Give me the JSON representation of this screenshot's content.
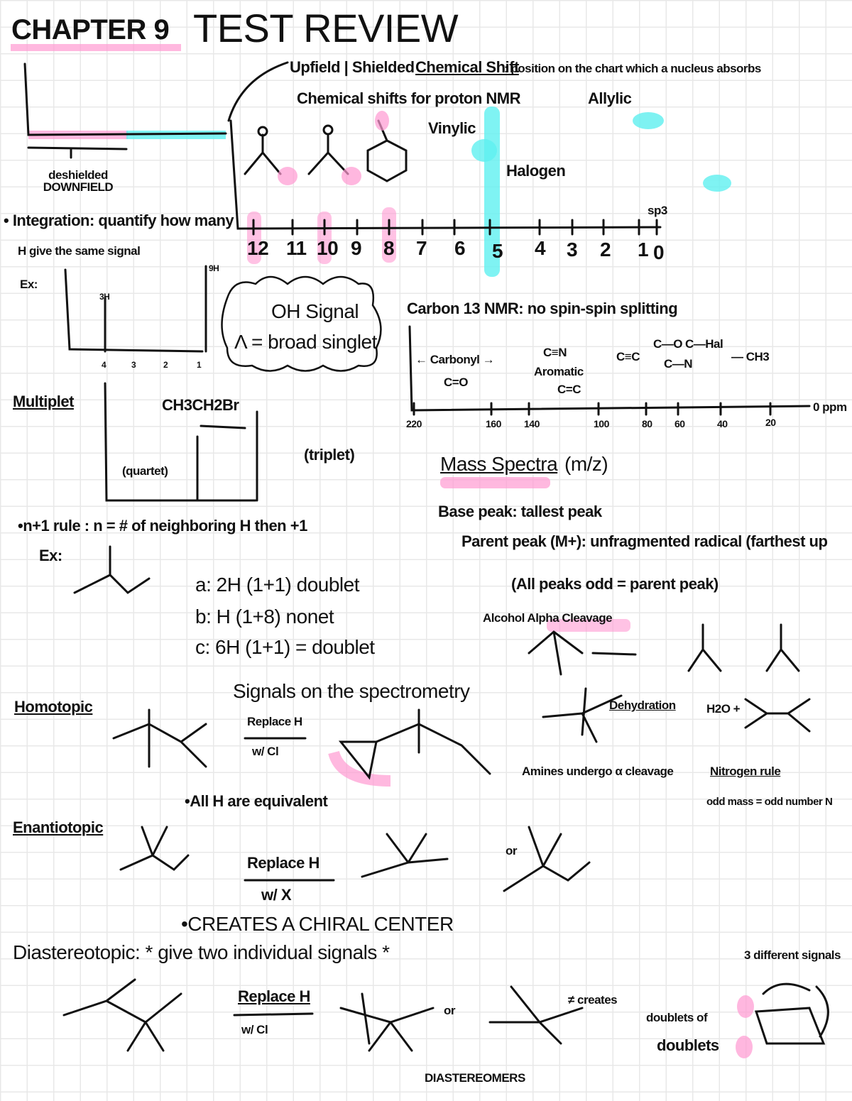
{
  "title": {
    "chapter": "CHAPTER 9",
    "main": "TEST REVIEW"
  },
  "proton_nmr": {
    "downfield": "deshielded DOWNFIELD",
    "upfield": "Upfield | Shielded",
    "chem_shift_term": "Chemical Shift",
    "chem_shift_def": ": position on the chart which a nucleus absorbs",
    "subtitle": "Chemical shifts for proton NMR",
    "allylic": "Allylic",
    "vinylic": "Vinylic",
    "halogen": "Halogen",
    "sp3": "sp3",
    "axis_ticks": [
      "12",
      "11",
      "10",
      "9",
      "8",
      "7",
      "6",
      "5",
      "4",
      "3",
      "2",
      "1",
      "0"
    ]
  },
  "integration": {
    "text1": "• Integration: quantify how many",
    "text2": "H give the same signal",
    "ex": "Ex:",
    "peak_a": "3H",
    "peak_b": "9H",
    "ticks": [
      "4",
      "3",
      "2",
      "1"
    ]
  },
  "oh_cloud": {
    "line1": "OH Signal",
    "line2": "Λ = broad singlet"
  },
  "c13": {
    "title": "Carbon 13 NMR: no spin-spin splitting",
    "carbonyl": "← Carbonyl →",
    "co": "C=O",
    "cn": "C≡N",
    "aromatic": "Aromatic",
    "cc": "C=C",
    "ctriple": "C≡C",
    "c_o": "C—O",
    "c_hal": "C—Hal",
    "c_n": "C—N",
    "ch3": "— CH3",
    "ticks": [
      "220",
      "160",
      "140",
      "100",
      "80",
      "60",
      "40",
      "20"
    ],
    "ppm": "0 ppm"
  },
  "multiplet": {
    "label": "Multiplet",
    "compound": "CH3CH2Br",
    "quartet": "(quartet)",
    "triplet": "(triplet)"
  },
  "mass": {
    "title": "Mass Spectra",
    "mz": "(m/z)",
    "base": "Base peak: tallest peak",
    "parent": "Parent peak (M+): unfragmented radical (farthest up",
    "odd": "(All peaks odd = parent peak)",
    "alpha": "Alcohol Alpha Cleavage",
    "dehydration": "Dehydration",
    "water": "H2O +",
    "amines": "Amines undergo α cleavage",
    "nitrogen_rule": "Nitrogen rule",
    "odd_mass": "odd mass = odd number N"
  },
  "n1": {
    "rule": "•n+1 rule : n = # of neighboring H then +1",
    "ex": "Ex:",
    "a": "a: 2H (1+1) doublet",
    "b": "b: H (1+8) nonet",
    "c": "c: 6H (1+1) = doublet"
  },
  "homotopic": {
    "label": "Homotopic",
    "signals": "Signals on the spectrometry",
    "replace": "Replace H",
    "with": "w/ Cl",
    "note": "•All H are equivalent"
  },
  "enantiotopic": {
    "label": "Enantiotopic",
    "replace": "Replace H",
    "with": "w/ X",
    "note": "•CREATES A CHIRAL CENTER",
    "or": "or"
  },
  "diastereotopic": {
    "label": "Diastereotopic: * give two individual signals *",
    "replace": "Replace H",
    "with": "w/ Cl",
    "or": "or",
    "creates": "≠ creates",
    "dd1": "doublets of",
    "dd2": "doublets",
    "diast": "DIASTEREOMERS",
    "three": "3 different signals"
  },
  "colors": {
    "pink": "#ff9ad2",
    "cyan": "#5ff0f0",
    "grid": "#e8e8e8"
  }
}
